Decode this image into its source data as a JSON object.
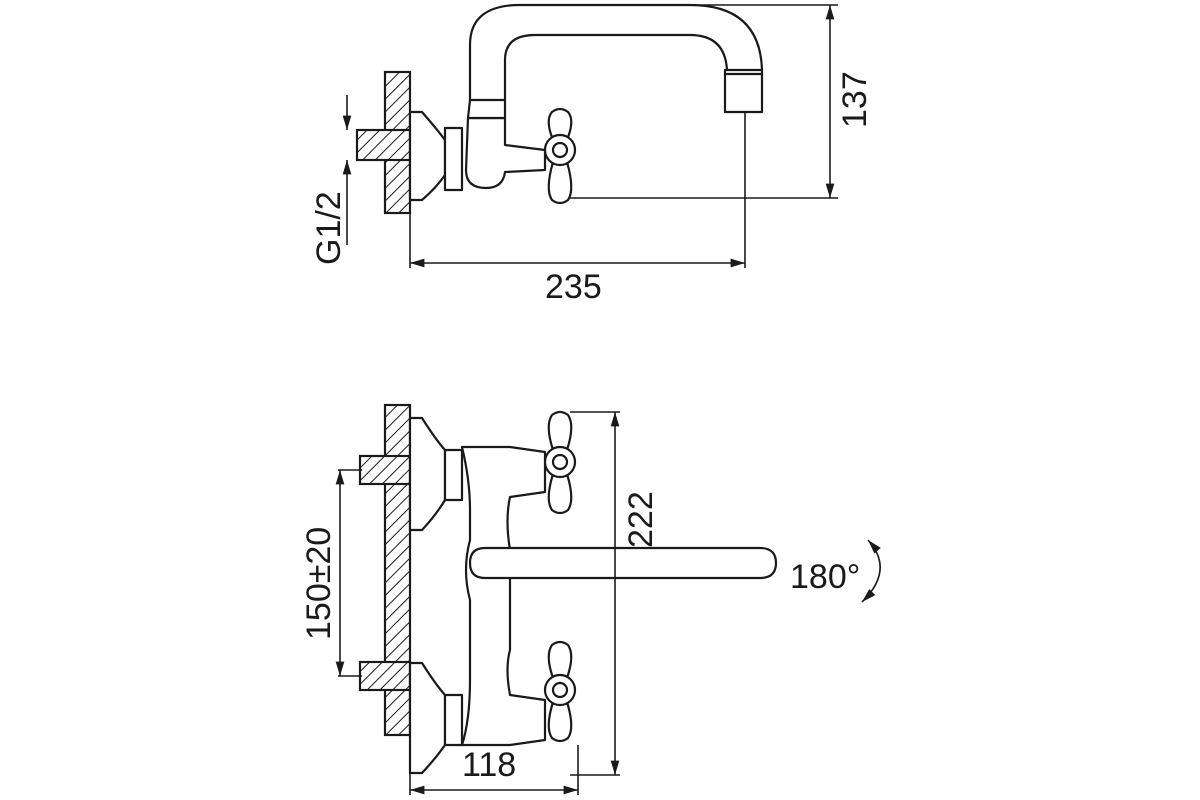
{
  "top_view": {
    "dim_height": "137",
    "dim_reach": "235",
    "dim_thread": "G1/2"
  },
  "front_view": {
    "dim_centers": "150±20",
    "dim_height": "222",
    "dim_depth": "118",
    "dim_rotation": "180°"
  },
  "colors": {
    "line": "#1a1a1a",
    "background": "#ffffff"
  }
}
